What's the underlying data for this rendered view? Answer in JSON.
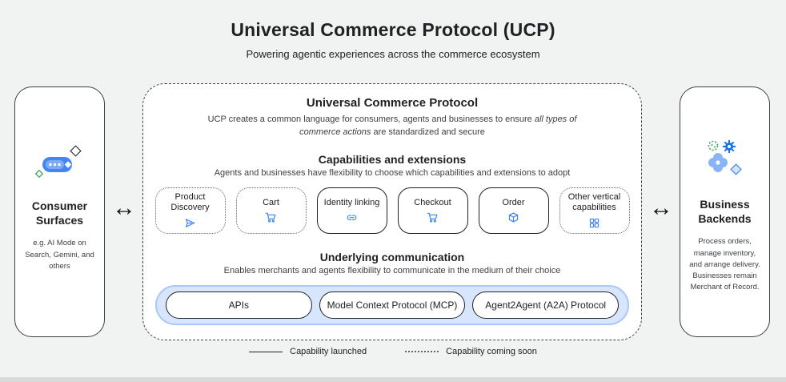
{
  "page": {
    "title": "Universal Commerce Protocol (UCP)",
    "subtitle": "Powering agentic experiences across the commerce ecosystem"
  },
  "consumer": {
    "title": "Consumer Surfaces",
    "description": "e.g. AI Mode on Search, Gemini, and others",
    "icon": "chat-pill-sparkle-icon"
  },
  "business": {
    "title": "Business Backends",
    "description": "Process orders, manage inventory, and arrange delivery. Businesses remain Merchant of Record.",
    "icon": "gears-sparkle-icon"
  },
  "protocol": {
    "title": "Universal Commerce Protocol",
    "description_pre": "UCP creates a common language for consumers, agents and businesses to ensure ",
    "description_italic": "all types of commerce actions",
    "description_post": " are standardized and secure",
    "capabilities": {
      "title": "Capabilities and extensions",
      "subtitle": "Agents and businesses have flexibility to choose which capabilities and extensions to adopt",
      "items": [
        {
          "label": "Product Discovery",
          "status": "coming-soon",
          "icon": "send-icon"
        },
        {
          "label": "Cart",
          "status": "coming-soon",
          "icon": "cart-icon"
        },
        {
          "label": "Identity linking",
          "status": "launched",
          "icon": "link-icon"
        },
        {
          "label": "Checkout",
          "status": "launched",
          "icon": "cart-icon"
        },
        {
          "label": "Order",
          "status": "launched",
          "icon": "box-icon"
        },
        {
          "label": "Other vertical capabilities",
          "status": "coming-soon",
          "icon": "grid-icon"
        }
      ]
    },
    "communication": {
      "title": "Underlying communication",
      "subtitle": "Enables merchants and agents flexibility to communicate in the medium of their choice",
      "items": [
        {
          "label": "APIs"
        },
        {
          "label": "Model Context Protocol (MCP)"
        },
        {
          "label": "Agent2Agent (A2A) Protocol"
        }
      ]
    }
  },
  "arrows": {
    "left": "↔",
    "right": "↔"
  },
  "legend": {
    "launched": "Capability launched",
    "coming_soon": "Capability coming soon"
  }
}
